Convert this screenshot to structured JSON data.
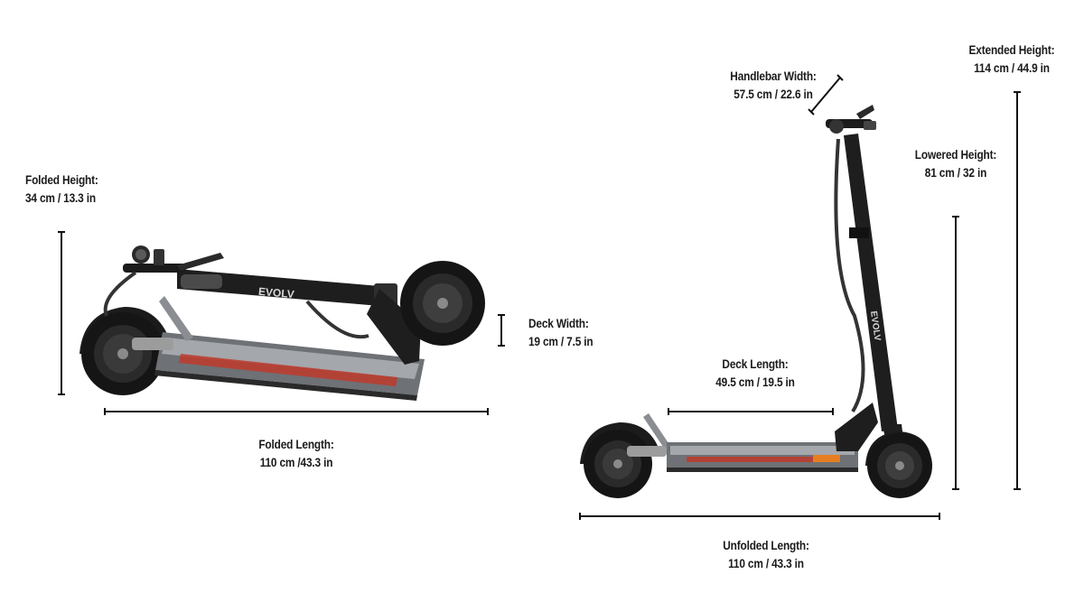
{
  "colors": {
    "frame": "#1b1b1b",
    "deck": "#8f9296",
    "accent_red": "#c0392b",
    "accent_orange": "#e67e22",
    "line": "#111111",
    "tire": "#151515",
    "hub": "#3a3a3a"
  },
  "brand": "EVOLV",
  "measurements": {
    "folded_height": {
      "title": "Folded Height:",
      "value": "34 cm / 13.3 in"
    },
    "deck_width": {
      "title": "Deck Width:",
      "value": "19 cm / 7.5 in"
    },
    "folded_length": {
      "title": "Folded Length:",
      "value": "110 cm /43.3 in"
    },
    "handlebar_width": {
      "title": "Handlebar Width:",
      "value": "57.5 cm / 22.6 in"
    },
    "extended_height": {
      "title": "Extended Height:",
      "value": "114 cm / 44.9 in"
    },
    "lowered_height": {
      "title": "Lowered Height:",
      "value": "81 cm / 32 in"
    },
    "deck_length": {
      "title": "Deck Length:",
      "value": "49.5 cm / 19.5 in"
    },
    "unfolded_length": {
      "title": "Unfolded Length:",
      "value": "110 cm / 43.3 in"
    }
  }
}
